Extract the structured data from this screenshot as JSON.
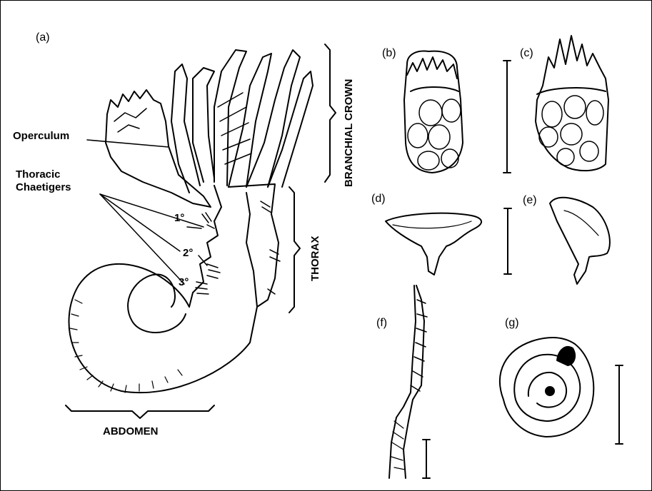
{
  "panels": {
    "a": "(a)",
    "b": "(b)",
    "c": "(c)",
    "d": "(d)",
    "e": "(e)",
    "f": "(f)",
    "g": "(g)"
  },
  "labels": {
    "operculum": "Operculum",
    "thoracic_chaetigers_1": "Thoracic",
    "thoracic_chaetigers_2": "Chaetigers",
    "c1": "1°",
    "c2": "2°",
    "c3": "3°",
    "branchial_crown": "BRANCHIAL CROWN",
    "thorax": "THORAX",
    "abdomen": "ABDOMEN"
  }
}
